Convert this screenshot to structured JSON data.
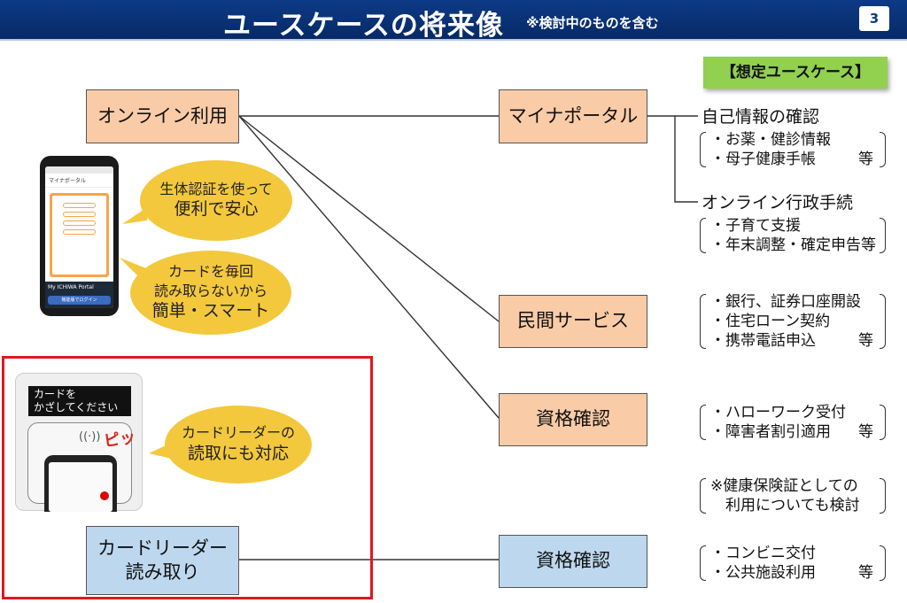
{
  "header": {
    "title": "ユースケースの将来像",
    "subtitle": "※検討中のものを含む",
    "page_number": "3"
  },
  "legend": "【想定ユースケース】",
  "nodes": {
    "online": "オンライン利用",
    "mynaportal": "マイナポータル",
    "private_services": "民間サービス",
    "eligibility_1": "資格確認",
    "eligibility_2": "資格確認",
    "card_reader_line1": "カードリーダー",
    "card_reader_line2": "読み取り"
  },
  "groups": {
    "self_info": {
      "heading": "自己情報の確認",
      "items": [
        {
          "text": "・お薬・健診情報",
          "suffix": ""
        },
        {
          "text": "・母子健康手帳",
          "suffix": "等"
        }
      ]
    },
    "admin": {
      "heading": "オンライン行政手続",
      "items": [
        {
          "text": "・子育て支援",
          "suffix": ""
        },
        {
          "text": "・年末調整・確定申告",
          "suffix": "等"
        }
      ]
    },
    "private": {
      "items": [
        {
          "text": "・銀行、証券口座開設",
          "suffix": ""
        },
        {
          "text": "・住宅ローン契約",
          "suffix": ""
        },
        {
          "text": "・携帯電話申込",
          "suffix": "等"
        }
      ]
    },
    "eligibility": {
      "items": [
        {
          "text": "・ハローワーク受付",
          "suffix": ""
        },
        {
          "text": "・障害者割引適用",
          "suffix": "等"
        }
      ]
    },
    "insurance_note": {
      "items": [
        {
          "text": "※健康保険証としての",
          "suffix": ""
        },
        {
          "text": "　利用についても検討",
          "suffix": ""
        }
      ]
    },
    "reader_uses": {
      "items": [
        {
          "text": "・コンビニ交付",
          "suffix": ""
        },
        {
          "text": "・公共施設利用",
          "suffix": "等"
        }
      ]
    }
  },
  "bubbles": {
    "biometric": [
      "生体認証を使って",
      "便利で安心"
    ],
    "no_card": [
      "カードを毎回",
      "読み取らないから",
      "簡単・スマート"
    ],
    "reader_support": [
      "カードリーダーの",
      "読取にも対応"
    ]
  },
  "phone": {
    "app_title": "マイナポータル",
    "login_text": "My ICHIWA Portal",
    "login_button": "機能版でログイン"
  },
  "reader": {
    "display": [
      "カードを",
      "かざしてください"
    ],
    "beep": "ピッ",
    "nfc_icon": "contactless-icon"
  },
  "colors": {
    "header": "#0d3a86",
    "orange_box": "#f9cba7",
    "blue_box": "#bdd7ee",
    "legend": "#92d050",
    "bubble": "#f4c83c",
    "frame": "#e1171e"
  }
}
